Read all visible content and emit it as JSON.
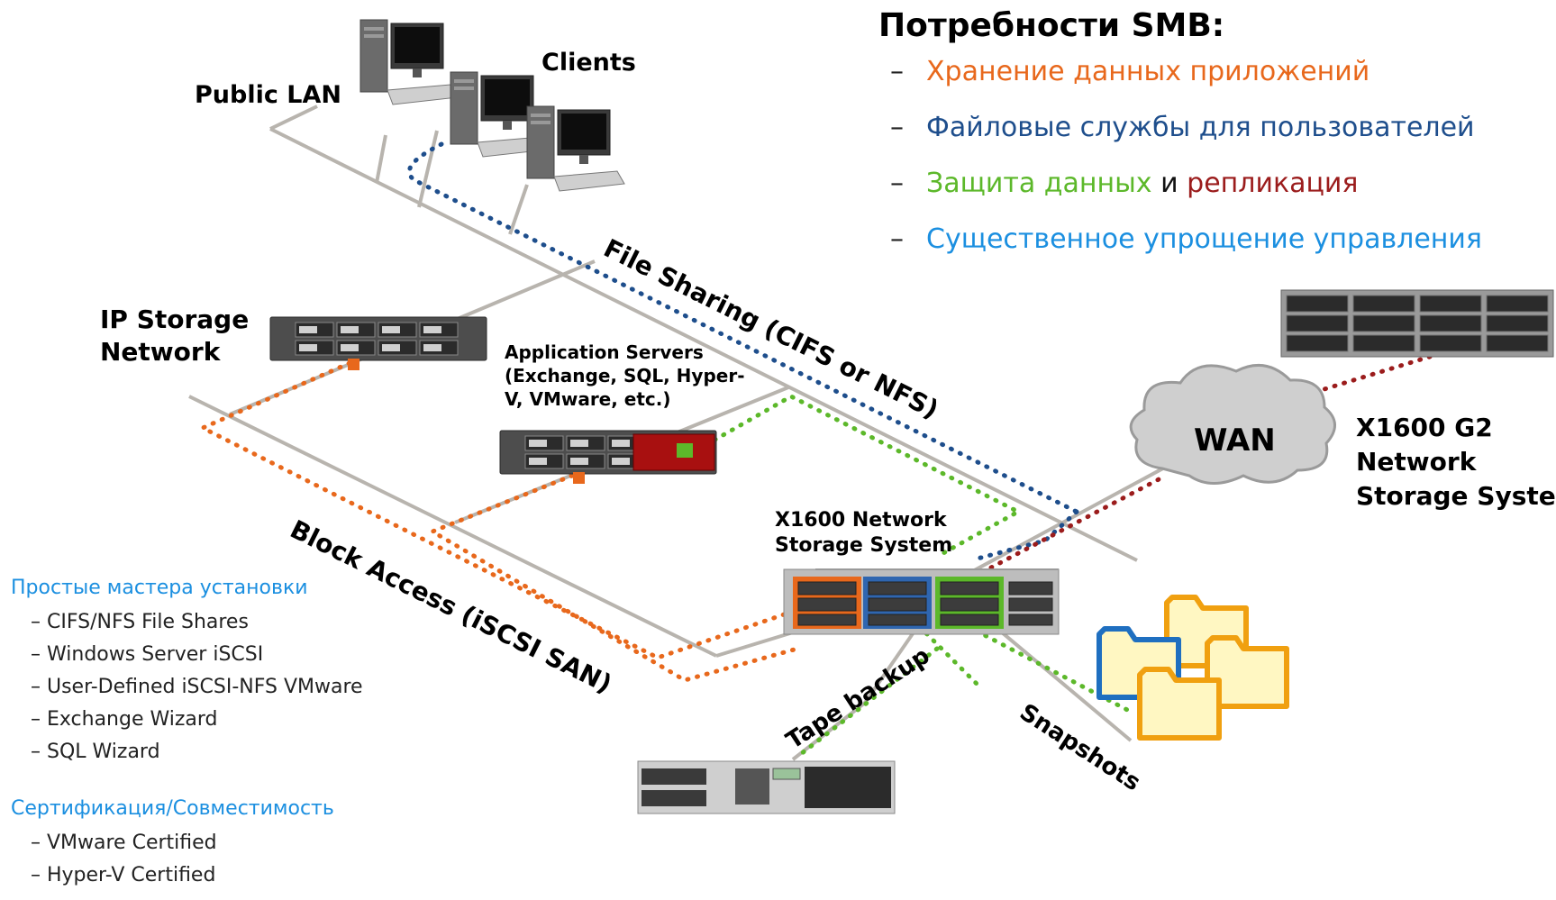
{
  "header": {
    "title": "Потребности SMB:",
    "needs": [
      {
        "text": "Хранение данных приложений",
        "color": "#e8681c"
      },
      {
        "text": "Файловые службы для пользователей",
        "color": "#1e4e8c"
      },
      {
        "text_a": "Защита данных",
        "color_a": "#5cb82a",
        "text_b": "и",
        "text_c": "репликация",
        "color_c": "#9b1c1c"
      },
      {
        "text": "Существенное упрощение управления",
        "color": "#1b8fe0"
      }
    ]
  },
  "labels": {
    "public_lan": "Public LAN",
    "clients": "Clients",
    "ip_storage_1": "IP Storage",
    "ip_storage_2": "Network",
    "app_servers_1": "Application Servers",
    "app_servers_2": "(Exchange, SQL, Hyper-",
    "app_servers_3": "V, VMware, etc.)",
    "file_sharing": "File Sharing (CIFS or NFS)",
    "block_access": "Block Access (iSCSI SAN)",
    "x1600_1": "X1600 Network",
    "x1600_2": "Storage System",
    "wan": "WAN",
    "x1600g2_1": "X1600 G2",
    "x1600g2_2": "Network",
    "x1600g2_3": "Storage System",
    "tape_backup": "Tape backup",
    "snapshots": "Snapshots"
  },
  "wizards": {
    "heading": "Простые мастера установки",
    "items": [
      "– CIFS/NFS File Shares",
      "– Windows Server iSCSI",
      "– User-Defined iSCSI-NFS VMware",
      "– Exchange Wizard",
      "– SQL Wizard"
    ]
  },
  "certification": {
    "heading": "Сертификация/Совместимость",
    "items": [
      "– VMware Certified",
      "– Hyper-V Certified"
    ]
  },
  "colors": {
    "line_gray": "#b8b4ae",
    "orange": "#e8681c",
    "blue": "#1e4e8c",
    "green": "#5cb82a",
    "dark_red": "#9b1c1c"
  },
  "icons": [
    "desktop-computer-icon",
    "rack-server-icon",
    "cloud-icon",
    "tape-library-icon",
    "folder-icon"
  ]
}
